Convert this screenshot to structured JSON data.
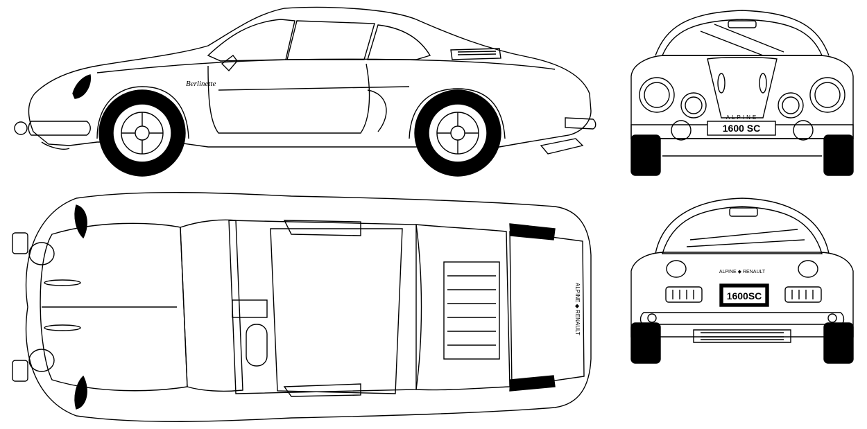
{
  "side": {
    "badge": "Berlinette"
  },
  "front": {
    "plate": "1600 SC",
    "brand": "ALPINE"
  },
  "rear": {
    "plate": "1600SC",
    "emblem": "ALPINE ◆ RENAULT"
  },
  "top": {
    "emblem": "ALPINE ◆ RENAULT"
  },
  "colors": {
    "line": "#000000",
    "background": "#ffffff"
  }
}
